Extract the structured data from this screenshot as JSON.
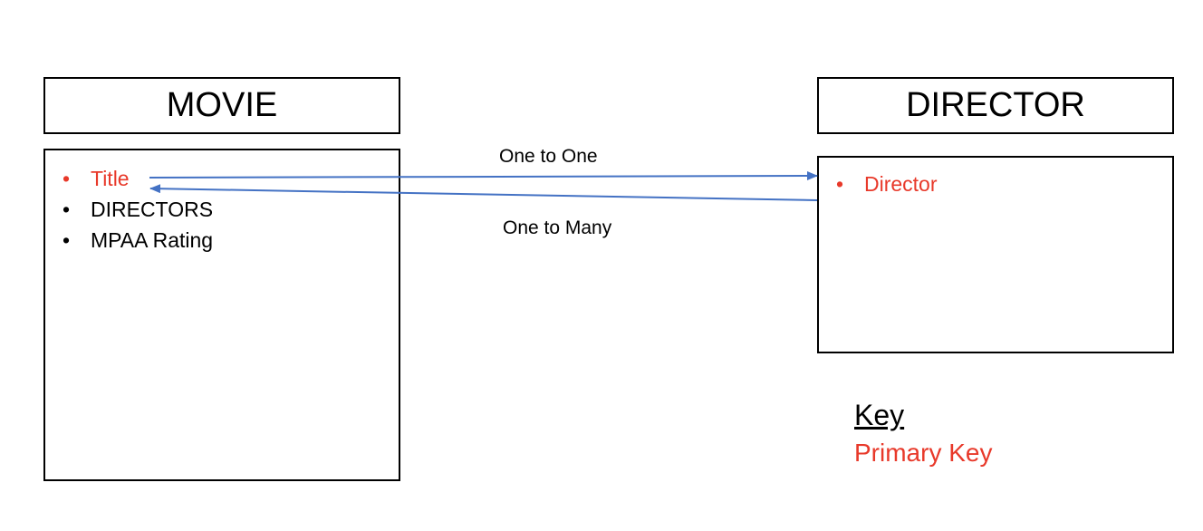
{
  "colors": {
    "primary_key": "#e8392a",
    "arrow": "#4472c4",
    "border": "#000000"
  },
  "movie": {
    "title": "MOVIE",
    "attributes": [
      {
        "label": "Title",
        "bullet": "•",
        "primary_key": true
      },
      {
        "label": "DIRECTORS",
        "bullet": "•",
        "primary_key": false
      },
      {
        "label": "MPAA Rating",
        "bullet": "•",
        "primary_key": false
      }
    ]
  },
  "director": {
    "title": "DIRECTOR",
    "attributes": [
      {
        "label": "Director",
        "bullet": "•",
        "primary_key": true
      }
    ]
  },
  "relationships": [
    {
      "label": "One to One",
      "from": "movie.Title",
      "to": "director.Director",
      "arrow": "arrow-right-icon"
    },
    {
      "label": "One to Many",
      "from": "director.Director",
      "to": "movie.Title",
      "arrow": "arrow-left-icon"
    }
  ],
  "legend": {
    "title": "Key",
    "items": [
      {
        "label": "Primary Key",
        "color": "#e8392a"
      }
    ]
  }
}
